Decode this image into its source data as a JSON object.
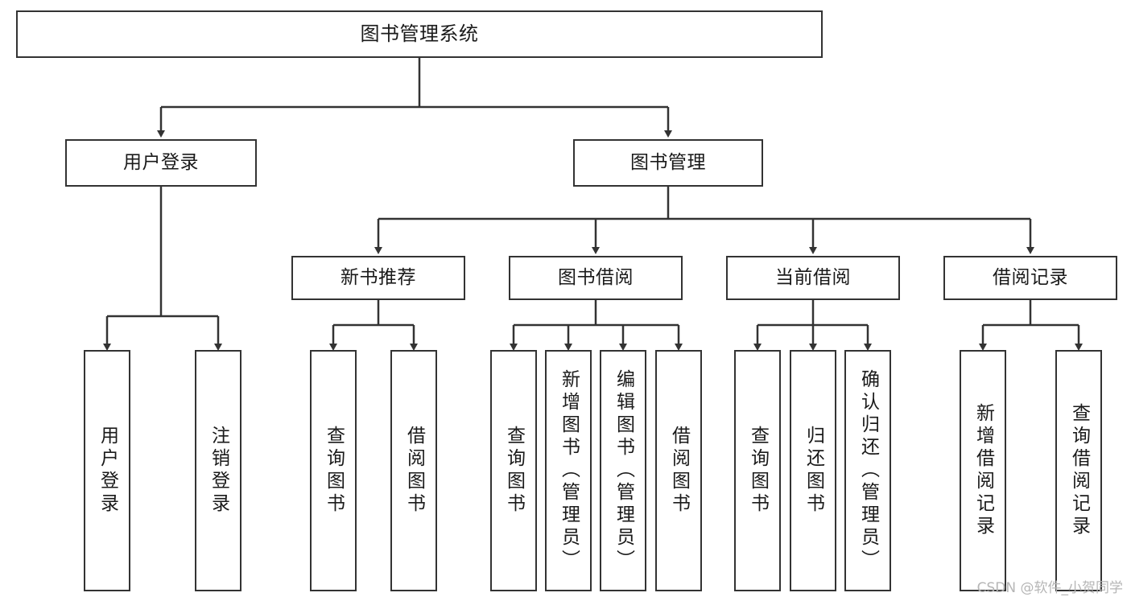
{
  "diagram": {
    "title": "图书管理系统",
    "type": "tree-hierarchy-diagram",
    "colors": {
      "box_border": "#333333",
      "box_fill": "#ffffff",
      "edge": "#333333",
      "text": "#1a1a1a",
      "watermark": "#b6b6b6",
      "background": "#ffffff"
    },
    "watermark": "CSDN @软件_小贺同学",
    "nodes": {
      "root": {
        "label": "图书管理系统"
      },
      "level1": [
        {
          "label": "用户登录"
        },
        {
          "label": "图书管理"
        }
      ],
      "level2": [
        {
          "label": "新书推荐"
        },
        {
          "label": "图书借阅"
        },
        {
          "label": "当前借阅"
        },
        {
          "label": "借阅记录"
        }
      ],
      "leaves_user_login": [
        {
          "label": "用户登录"
        },
        {
          "label": "注销登录"
        }
      ],
      "leaves_new_book": [
        {
          "label": "查询图书"
        },
        {
          "label": "借阅图书"
        }
      ],
      "leaves_borrow": [
        {
          "label": "查询图书"
        },
        {
          "label": "新增图书（管理员）"
        },
        {
          "label": "编辑图书（管理员）"
        },
        {
          "label": "借阅图书"
        }
      ],
      "leaves_current": [
        {
          "label": "查询图书"
        },
        {
          "label": "归还图书"
        },
        {
          "label": "确认归还（管理员）"
        }
      ],
      "leaves_record": [
        {
          "label": "新增借阅记录"
        },
        {
          "label": "查询借阅记录"
        }
      ]
    }
  }
}
